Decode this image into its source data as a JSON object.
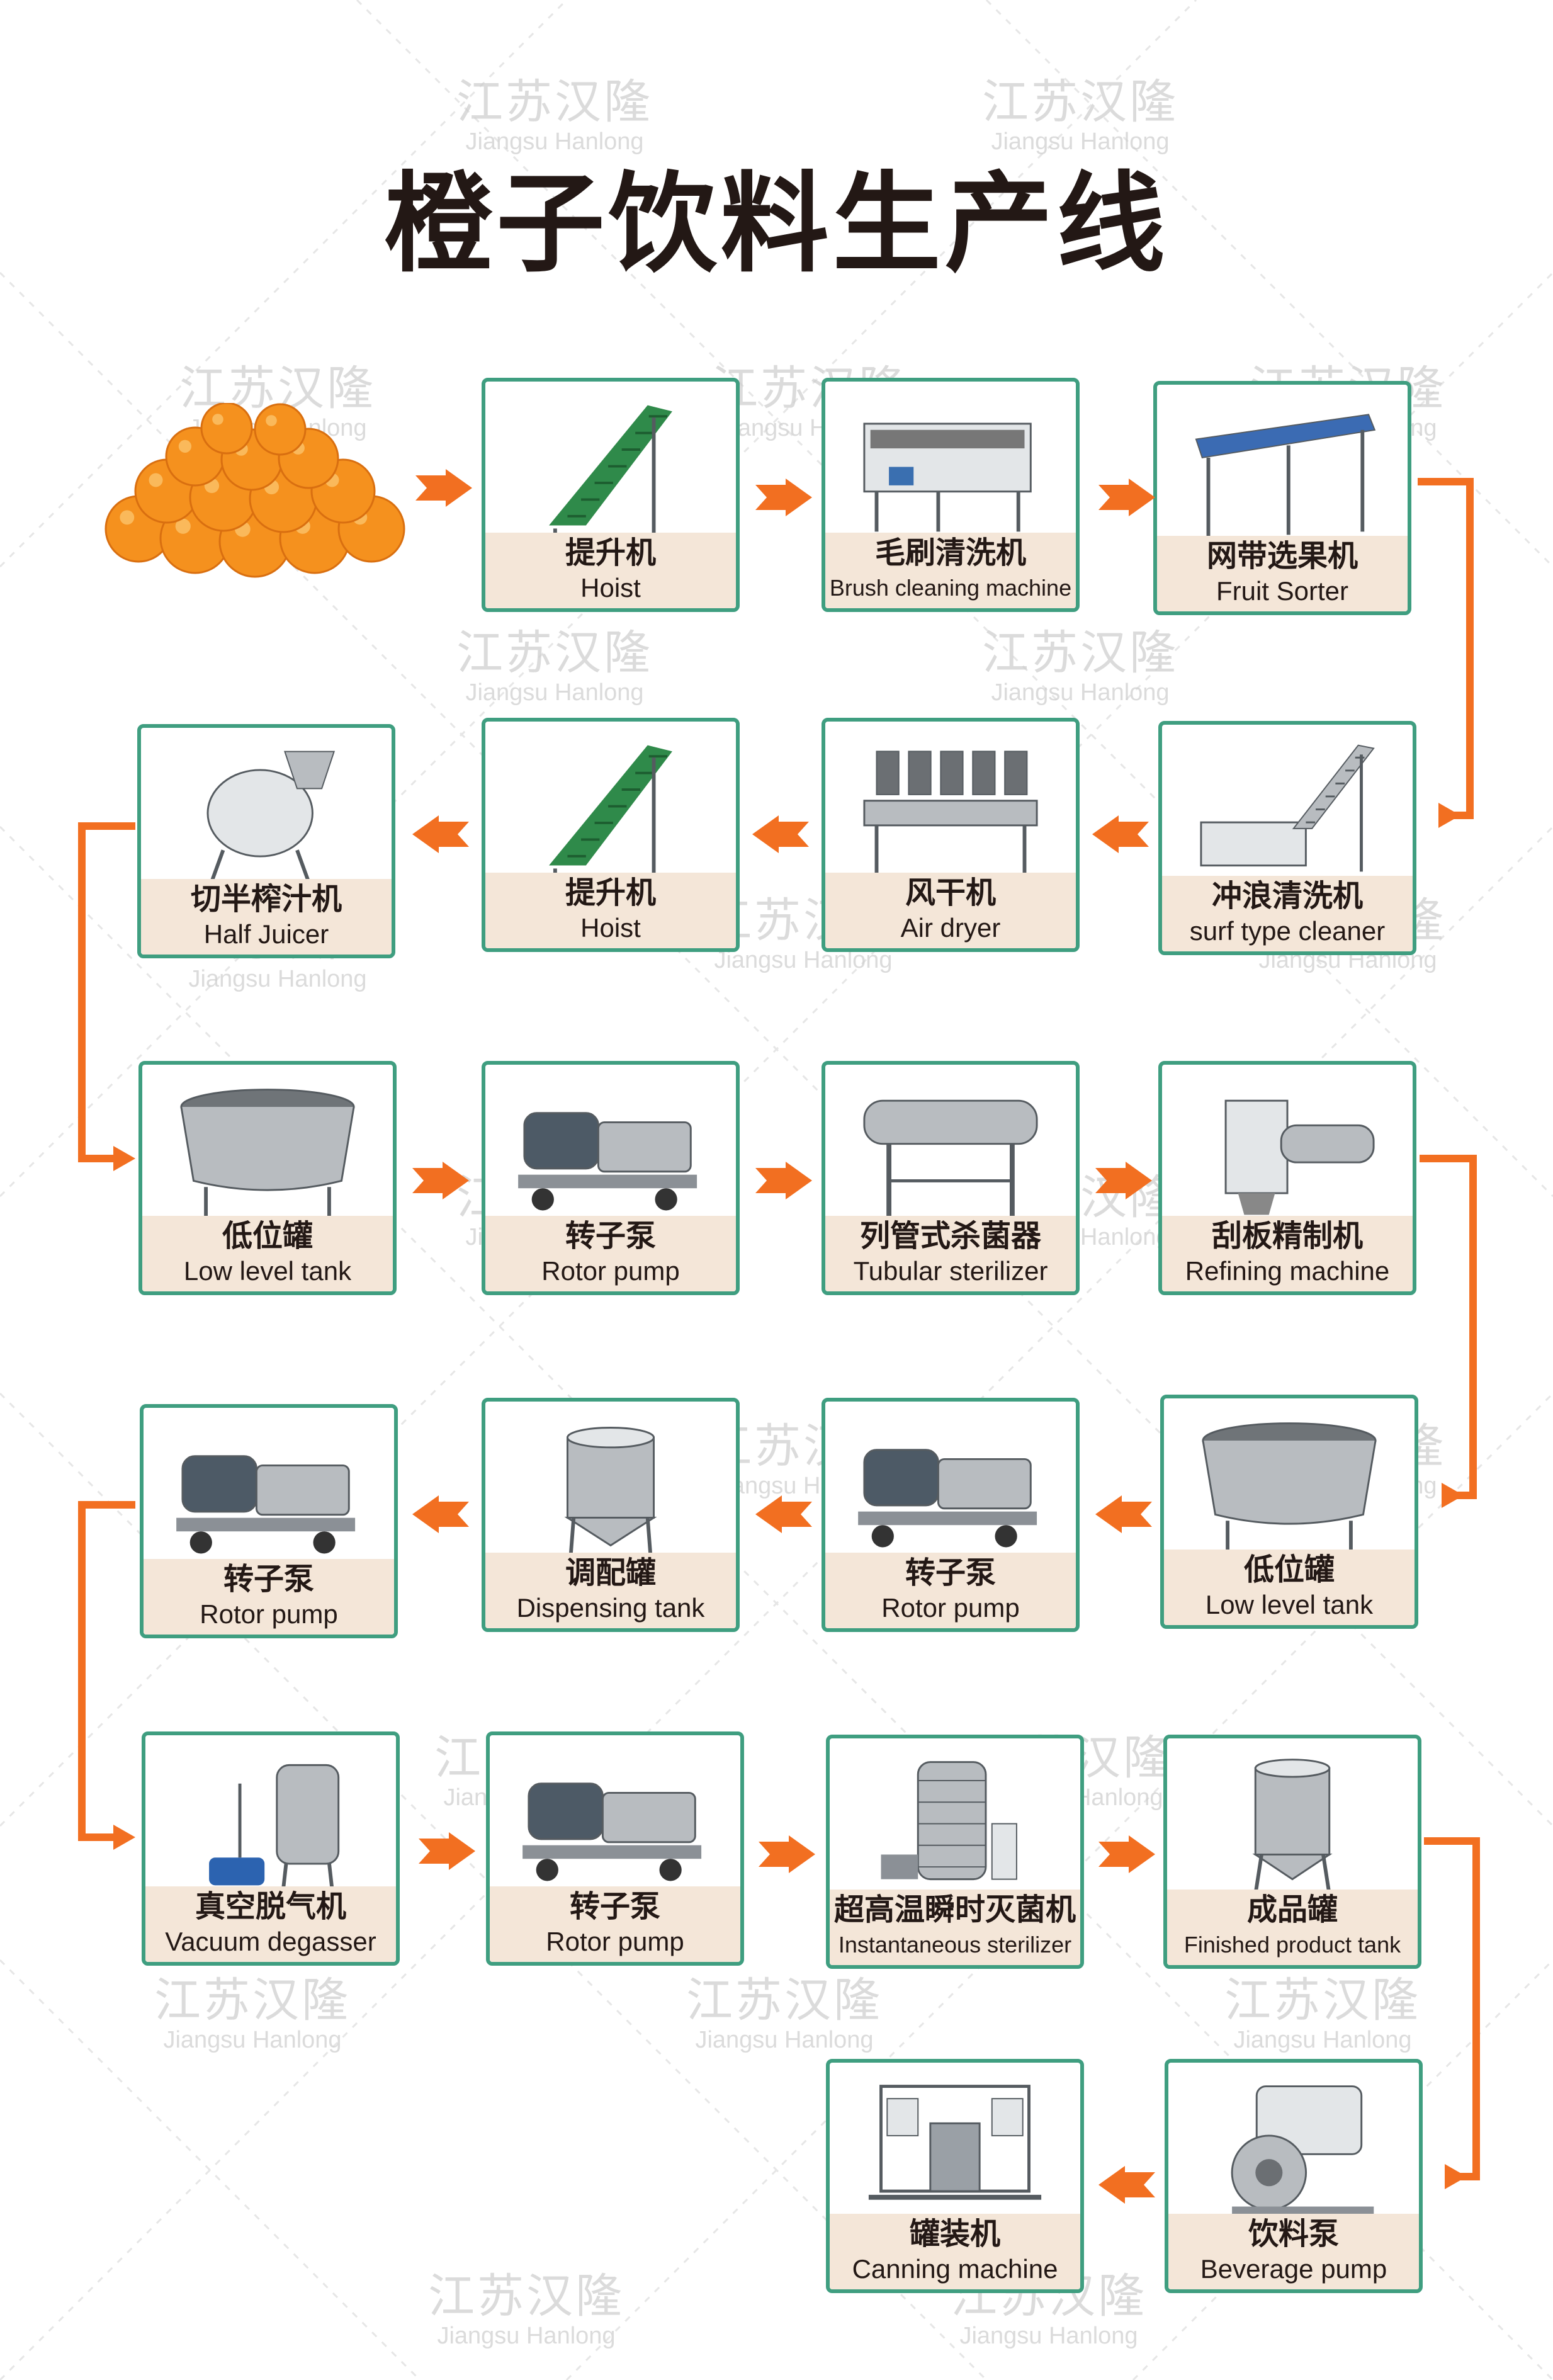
{
  "title": "橙子饮料生产线",
  "watermark": {
    "zh": "江苏汉隆",
    "en": "Jiangsu Hanlong"
  },
  "colors": {
    "card_border": "#3f9e80",
    "label_bg": "#f4e6d8",
    "arrow": "#f26f21",
    "title": "#231815"
  },
  "raw_material_icon": "oranges-pile",
  "steps": [
    {
      "zh": "提升机",
      "en": "Hoist",
      "icon": "incline-conveyor-icon"
    },
    {
      "zh": "毛刷清洗机",
      "en": "Brush cleaning machine",
      "icon": "brush-washer-icon"
    },
    {
      "zh": "网带选果机",
      "en": "Fruit Sorter",
      "icon": "belt-sorter-icon"
    },
    {
      "zh": "冲浪清洗机",
      "en": "surf type cleaner",
      "icon": "surf-washer-icon"
    },
    {
      "zh": "风干机",
      "en": "Air dryer",
      "icon": "air-dryer-icon"
    },
    {
      "zh": "提升机",
      "en": "Hoist",
      "icon": "incline-conveyor-icon"
    },
    {
      "zh": "切半榨汁机",
      "en": "Half Juicer",
      "icon": "juicer-icon"
    },
    {
      "zh": "低位罐",
      "en": "Low level tank",
      "icon": "low-tank-icon"
    },
    {
      "zh": "转子泵",
      "en": "Rotor pump",
      "icon": "rotor-pump-icon"
    },
    {
      "zh": "列管式杀菌器",
      "en": "Tubular sterilizer",
      "icon": "tubular-sterilizer-icon"
    },
    {
      "zh": "刮板精制机",
      "en": "Refining machine",
      "icon": "refiner-icon"
    },
    {
      "zh": "低位罐",
      "en": "Low level tank",
      "icon": "low-tank-icon"
    },
    {
      "zh": "转子泵",
      "en": "Rotor pump",
      "icon": "rotor-pump-icon"
    },
    {
      "zh": "调配罐",
      "en": "Dispensing tank",
      "icon": "dispensing-tank-icon"
    },
    {
      "zh": "转子泵",
      "en": "Rotor pump",
      "icon": "rotor-pump-icon"
    },
    {
      "zh": "真空脱气机",
      "en": "Vacuum degasser",
      "icon": "degasser-icon"
    },
    {
      "zh": "转子泵",
      "en": "Rotor pump",
      "icon": "rotor-pump-icon"
    },
    {
      "zh": "超高温瞬时灭菌机",
      "en": "Instantaneous sterilizer",
      "icon": "uht-sterilizer-icon"
    },
    {
      "zh": "成品罐",
      "en": "Finished product tank",
      "icon": "product-tank-icon"
    },
    {
      "zh": "饮料泵",
      "en": "Beverage pump",
      "icon": "beverage-pump-icon"
    },
    {
      "zh": "罐装机",
      "en": "Canning machine",
      "icon": "canning-machine-icon"
    }
  ]
}
